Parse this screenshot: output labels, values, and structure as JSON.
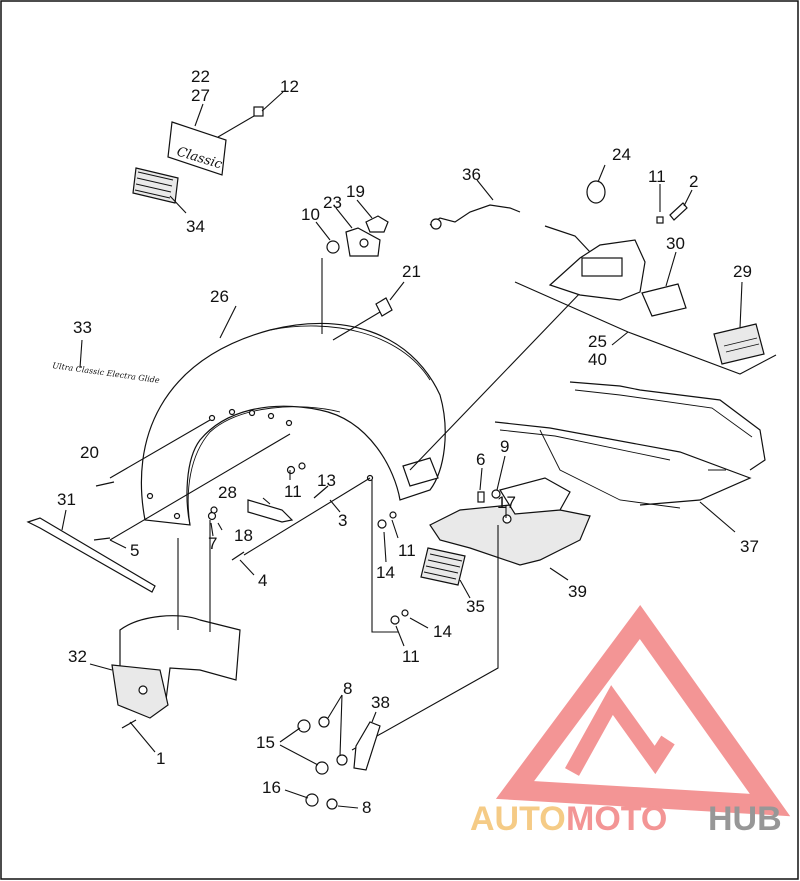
{
  "diagram": {
    "type": "exploded-parts-view",
    "callouts": [
      {
        "id": "c1",
        "label": "1"
      },
      {
        "id": "c2",
        "label": "2"
      },
      {
        "id": "c3",
        "label": "3"
      },
      {
        "id": "c4",
        "label": "4"
      },
      {
        "id": "c5",
        "label": "5"
      },
      {
        "id": "c6",
        "label": "6"
      },
      {
        "id": "c7",
        "label": "7"
      },
      {
        "id": "c8a",
        "label": "8"
      },
      {
        "id": "c8b",
        "label": "8"
      },
      {
        "id": "c9",
        "label": "9"
      },
      {
        "id": "c10",
        "label": "10"
      },
      {
        "id": "c11a",
        "label": "11"
      },
      {
        "id": "c11b",
        "label": "11"
      },
      {
        "id": "c11c",
        "label": "11"
      },
      {
        "id": "c11d",
        "label": "11"
      },
      {
        "id": "c12",
        "label": "12"
      },
      {
        "id": "c13",
        "label": "13"
      },
      {
        "id": "c14a",
        "label": "14"
      },
      {
        "id": "c14b",
        "label": "14"
      },
      {
        "id": "c15",
        "label": "15"
      },
      {
        "id": "c16",
        "label": "16"
      },
      {
        "id": "c17",
        "label": "17"
      },
      {
        "id": "c18",
        "label": "18"
      },
      {
        "id": "c19",
        "label": "19"
      },
      {
        "id": "c20",
        "label": "20"
      },
      {
        "id": "c21",
        "label": "21"
      },
      {
        "id": "c22",
        "label": "22"
      },
      {
        "id": "c23",
        "label": "23"
      },
      {
        "id": "c24",
        "label": "24"
      },
      {
        "id": "c25",
        "label": "25"
      },
      {
        "id": "c26",
        "label": "26"
      },
      {
        "id": "c27",
        "label": "27"
      },
      {
        "id": "c28",
        "label": "28"
      },
      {
        "id": "c29",
        "label": "29"
      },
      {
        "id": "c30",
        "label": "30"
      },
      {
        "id": "c31",
        "label": "31"
      },
      {
        "id": "c32",
        "label": "32"
      },
      {
        "id": "c33",
        "label": "33"
      },
      {
        "id": "c34",
        "label": "34"
      },
      {
        "id": "c35",
        "label": "35"
      },
      {
        "id": "c36",
        "label": "36"
      },
      {
        "id": "c37",
        "label": "37"
      },
      {
        "id": "c38",
        "label": "38"
      },
      {
        "id": "c39",
        "label": "39"
      },
      {
        "id": "c40",
        "label": "40"
      }
    ],
    "emblem_script": "Classic",
    "name_script": "Ultra Classic Electra Glide"
  },
  "watermark": {
    "word_part_1": "AUTO",
    "word_part_2": "MOTO",
    "word_part_3": "HUB",
    "colors": {
      "triangle": "#f28a8a",
      "auto": "#f5c67a",
      "moto": "#f28a8a",
      "hub": "#8c8c8c"
    }
  }
}
